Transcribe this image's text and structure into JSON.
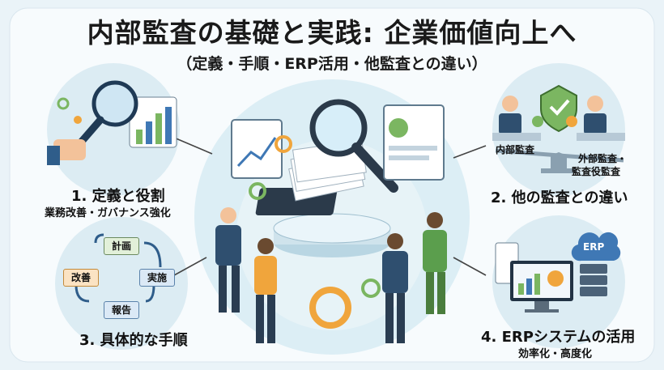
{
  "title": "内部監査の基礎と実践: 企業価値向上へ",
  "subtitle": "（定義・手順・ERP活用・他監査との違い）",
  "sections": [
    {
      "title": "1. 定義と役割",
      "subtitle": "業務改善・ガバナンス強化"
    },
    {
      "title": "2. 他の監査との違い",
      "left_label": "内部監査",
      "right_label_line1": "外部監査・",
      "right_label_line2": "監査役監査"
    },
    {
      "title": "3. 具体的な手順",
      "steps": [
        "計画",
        "実施",
        "報告",
        "改善"
      ]
    },
    {
      "title": "4. ERPシステムの活用",
      "subtitle": "効率化・高度化",
      "badge": "ERP"
    }
  ],
  "colors": {
    "background": "#eaf3f8",
    "accent_blue": "#3f78b5",
    "accent_green": "#7bb661",
    "accent_orange": "#f0a53c"
  }
}
